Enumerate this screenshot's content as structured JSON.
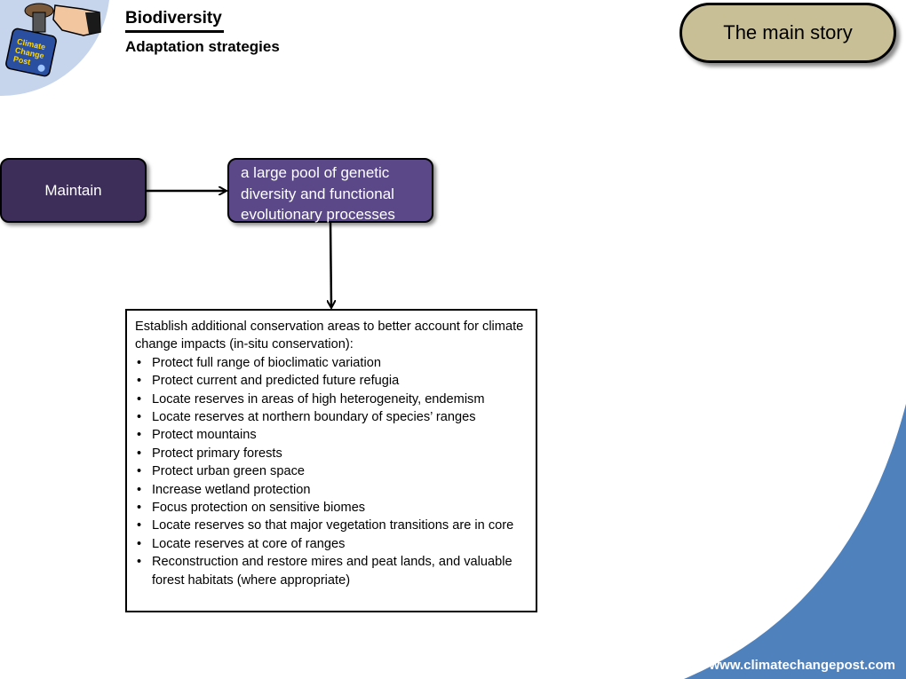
{
  "header": {
    "title": "Biodiversity",
    "subtitle": "Adaptation strategies",
    "logo_lines": [
      "Climate",
      "Change",
      "Post"
    ]
  },
  "main_story_button": {
    "label": "The main story"
  },
  "diagram": {
    "node_maintain": {
      "label": "Maintain"
    },
    "node_pool": {
      "lines": [
        "a large pool of genetic",
        "diversity and functional",
        "evolutionary processes"
      ]
    },
    "strategies_box": {
      "intro": "Establish additional conservation areas to better account for climate change impacts (in-situ conservation):",
      "items": [
        "Protect full range of bioclimatic variation",
        "Protect current and predicted future refugia",
        "Locate reserves in areas of high heterogeneity, endemism",
        "Locate reserves at northern boundary of species’ ranges",
        "Protect mountains",
        "Protect primary forests",
        "Protect urban green space",
        "Increase wetland protection",
        "Focus protection on sensitive biomes",
        "Locate reserves so that major vegetation transitions are in core",
        "Locate reserves at core of ranges",
        "Reconstruction and restore mires and peat lands, and valuable forest habitats (where appropriate)"
      ]
    }
  },
  "footer": {
    "website": "www.climatechangepost.com"
  },
  "colors": {
    "maintain_fill": "#3c2e58",
    "pool_fill": "#5a4888",
    "main_story_fill": "#c9bf96",
    "corner_blue": "#4f81bd",
    "logo_circle": "#c6d4ec"
  }
}
